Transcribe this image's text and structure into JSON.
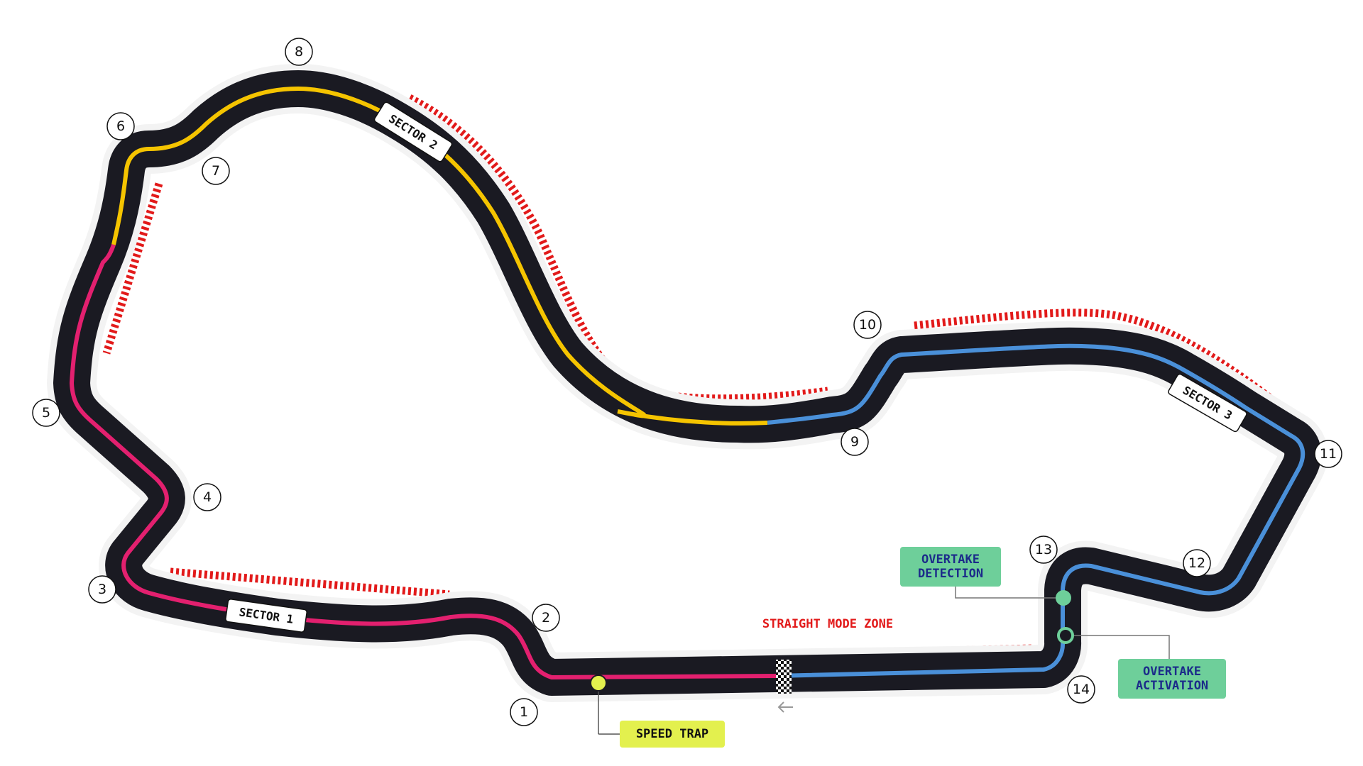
{
  "colors": {
    "track": "#1a1a22",
    "sector1": "#e3206f",
    "sector2": "#f5c400",
    "sector3": "#4a90d9",
    "zone_marks": "#e21a1a",
    "speed_trap": "#e3f04e",
    "overtake": "#6ecf9a",
    "overtake_text": "#1c2b8a"
  },
  "corners": [
    "1",
    "2",
    "3",
    "4",
    "5",
    "6",
    "7",
    "8",
    "9",
    "10",
    "11",
    "12",
    "13",
    "14"
  ],
  "sectors": {
    "sector1": "SECTOR 1",
    "sector2": "SECTOR 2",
    "sector3": "SECTOR 3"
  },
  "labels": {
    "straight_mode_zone": "STRAIGHT MODE ZONE",
    "speed_trap": "SPEED TRAP",
    "overtake_detection_line1": "OVERTAKE",
    "overtake_detection_line2": "DETECTION",
    "overtake_activation_line1": "OVERTAKE",
    "overtake_activation_line2": "ACTIVATION"
  },
  "icons": {
    "start_finish": "checkered-flag-icon",
    "direction": "arrow-left-icon"
  }
}
